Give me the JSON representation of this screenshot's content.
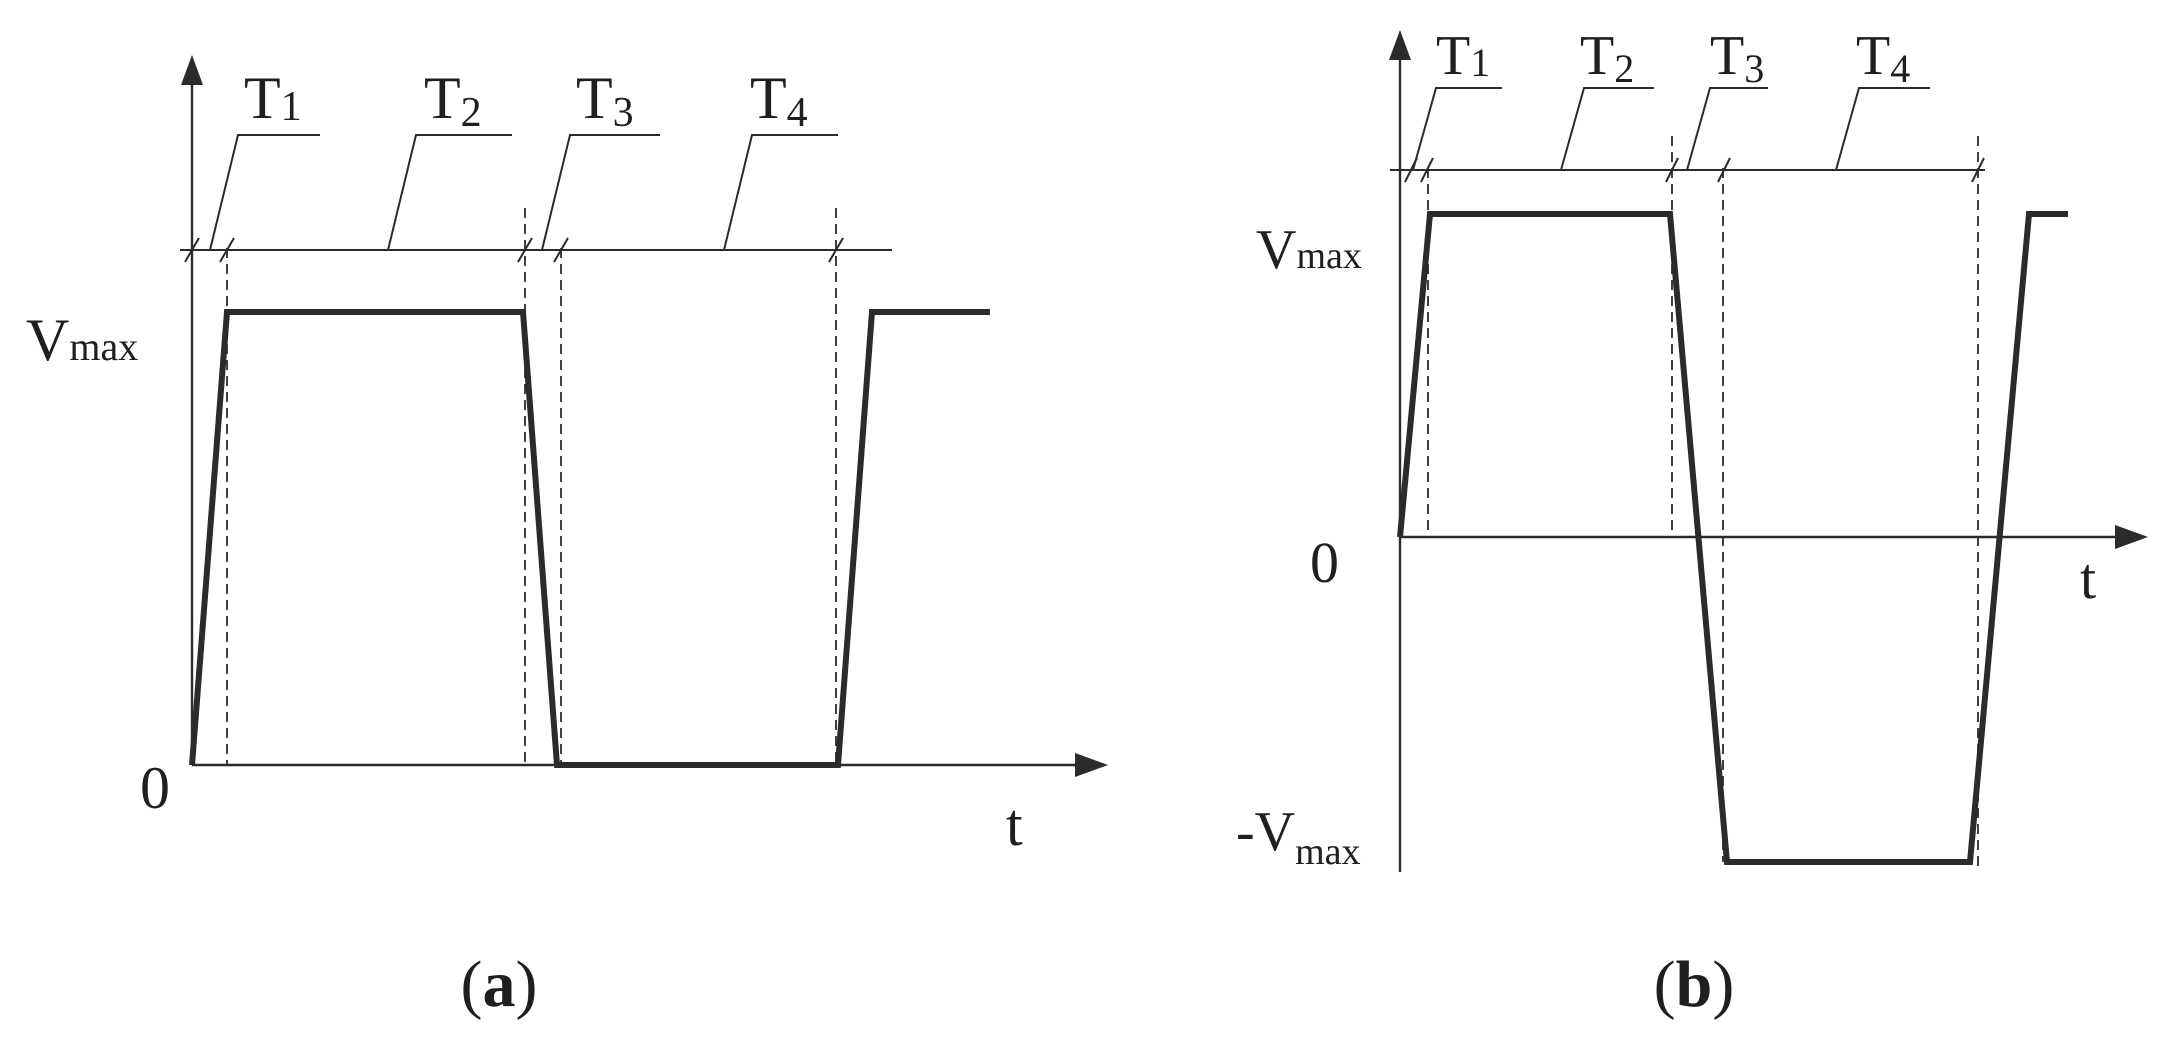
{
  "panels": [
    {
      "caption": "a",
      "y_labels": {
        "vmax_base": "V",
        "vmax_sub": "max",
        "zero": "0"
      },
      "x_label": "t",
      "intervals": [
        {
          "name_base": "T",
          "name_sub": "1"
        },
        {
          "name_base": "T",
          "name_sub": "2"
        },
        {
          "name_base": "T",
          "name_sub": "3"
        },
        {
          "name_base": "T",
          "name_sub": "4"
        }
      ]
    },
    {
      "caption": "b",
      "y_labels": {
        "vmax_base": "V",
        "vmax_sub": "max",
        "zero": "0",
        "neg_vmax_base": "-V",
        "neg_vmax_sub": "max"
      },
      "x_label": "t",
      "intervals": [
        {
          "name_base": "T",
          "name_sub": "1"
        },
        {
          "name_base": "T",
          "name_sub": "2"
        },
        {
          "name_base": "T",
          "name_sub": "3"
        },
        {
          "name_base": "T",
          "name_sub": "4"
        }
      ]
    }
  ],
  "colors": {
    "stroke": "#2b2b2b",
    "background": "#ffffff"
  }
}
